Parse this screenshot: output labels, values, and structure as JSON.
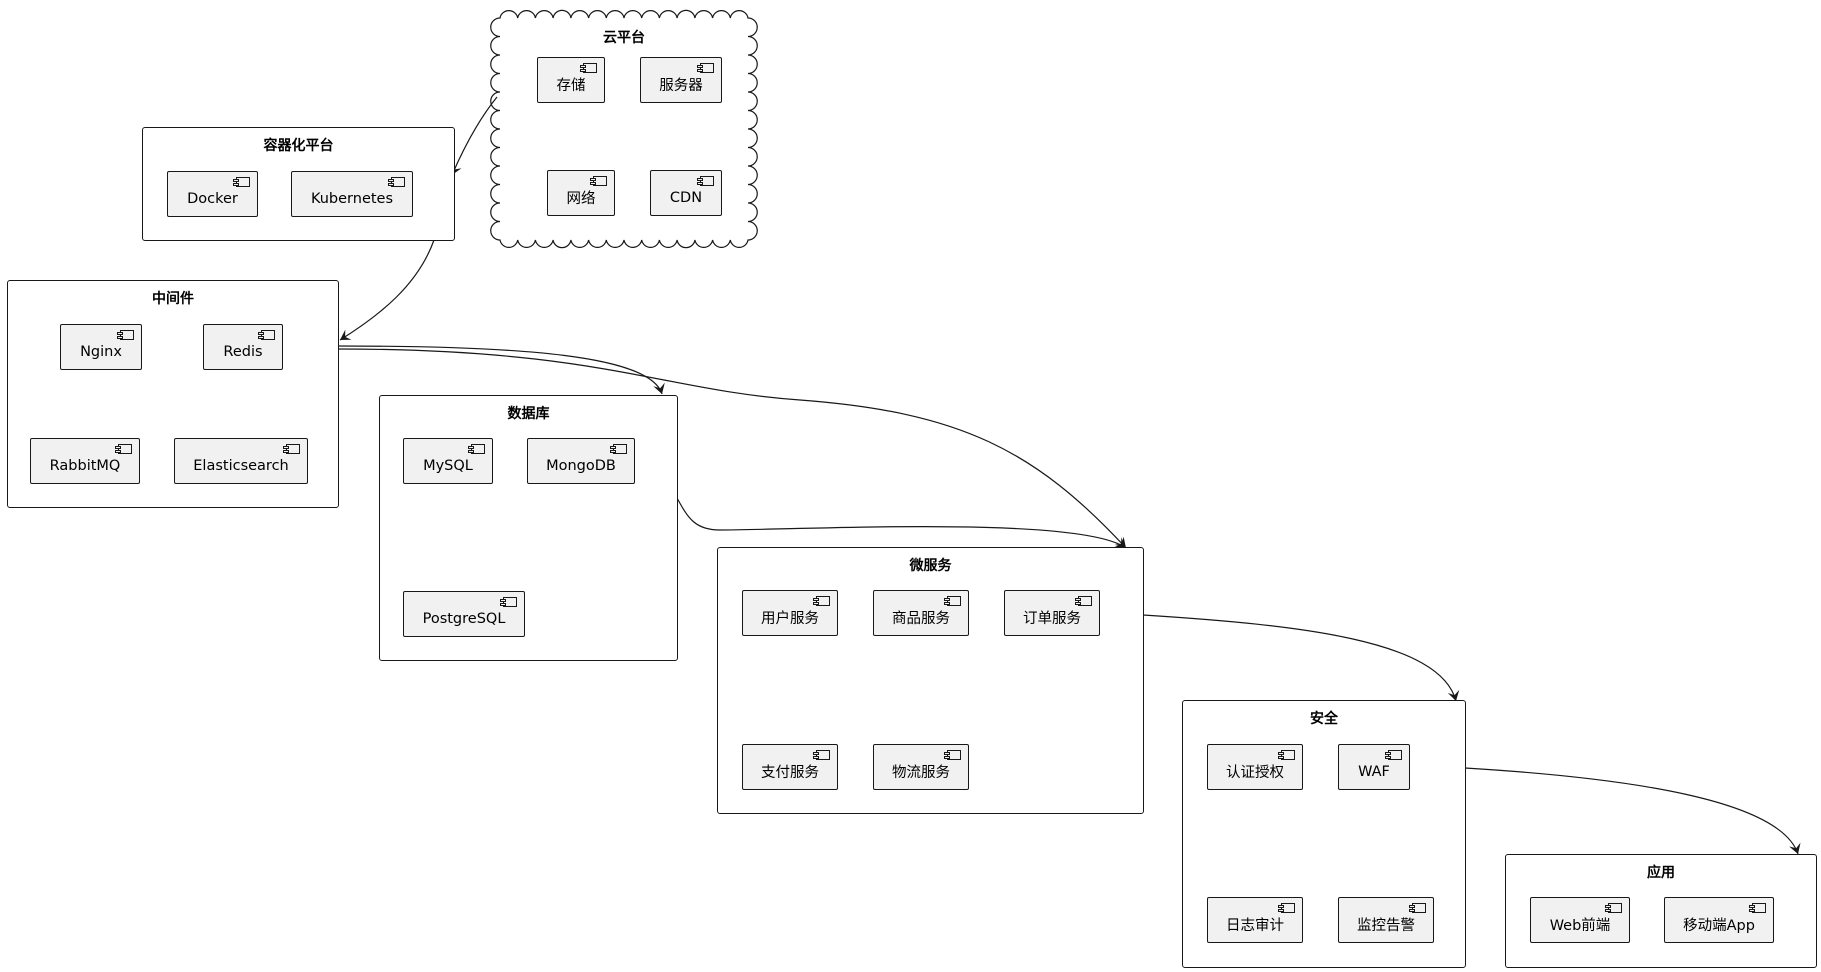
{
  "cloud_platform": {
    "title": "云平台",
    "components": [
      "存储",
      "服务器",
      "网络",
      "CDN"
    ]
  },
  "container_platform": {
    "title": "容器化平台",
    "components": [
      "Docker",
      "Kubernetes"
    ]
  },
  "middleware": {
    "title": "中间件",
    "components": [
      "Nginx",
      "Redis",
      "RabbitMQ",
      "Elasticsearch"
    ]
  },
  "database": {
    "title": "数据库",
    "components": [
      "MySQL",
      "MongoDB",
      "PostgreSQL"
    ]
  },
  "microservices": {
    "title": "微服务",
    "components": [
      "用户服务",
      "商品服务",
      "订单服务",
      "支付服务",
      "物流服务"
    ]
  },
  "security": {
    "title": "安全",
    "components": [
      "认证授权",
      "WAF",
      "日志审计",
      "监控告警"
    ]
  },
  "applications": {
    "title": "应用",
    "components": [
      "Web前端",
      "移动端App"
    ]
  },
  "colors": {
    "line": "#181818",
    "component_fill": "#f1f1f1",
    "background": "#ffffff"
  }
}
